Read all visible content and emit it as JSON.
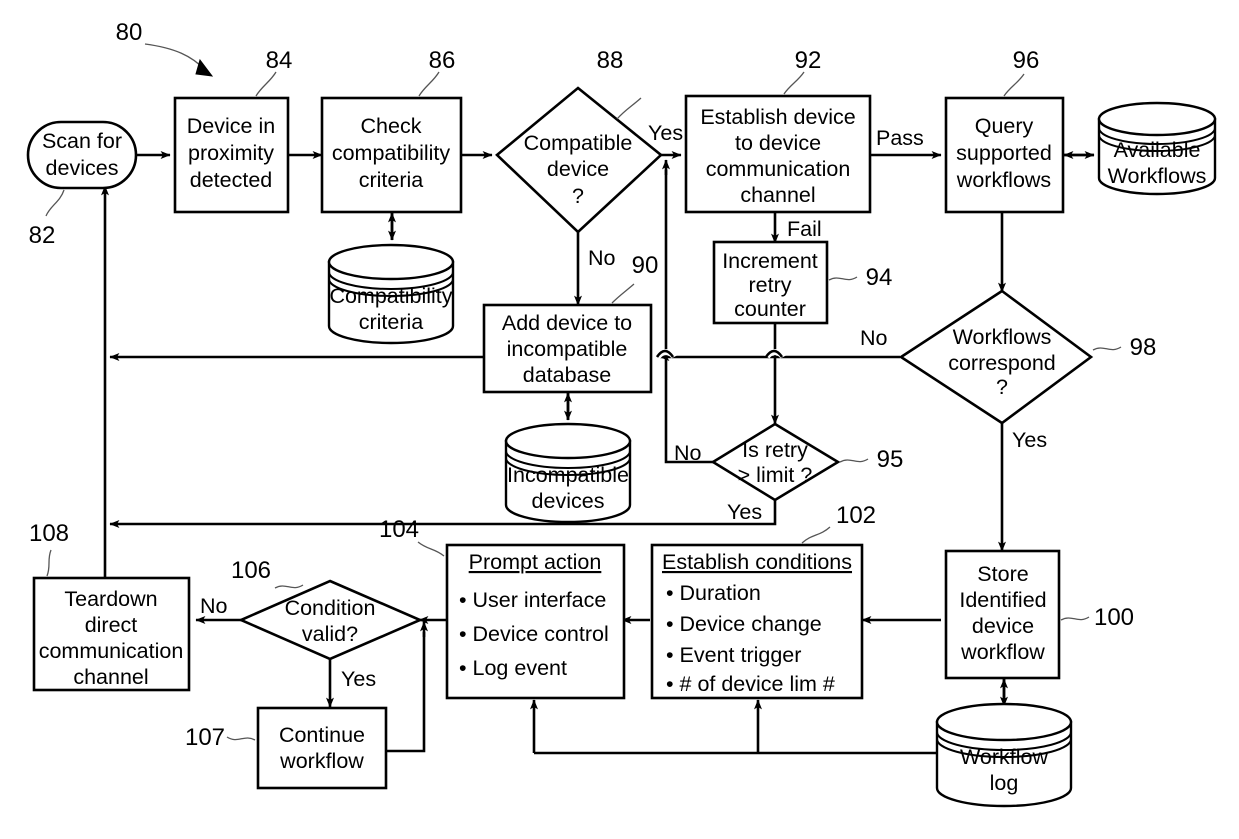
{
  "figure": {
    "ref_main": "80",
    "type": "patent-flowchart"
  },
  "nodes": {
    "scan": {
      "label_1": "Scan for",
      "label_2": "devices",
      "ref": "82",
      "shape": "stadium"
    },
    "proximity": {
      "label_1": "Device in",
      "label_2": "proximity",
      "label_3": "detected",
      "ref": "84",
      "shape": "rect"
    },
    "check_compat": {
      "label_1": "Check",
      "label_2": "compatibility",
      "label_3": "criteria",
      "ref": "86",
      "shape": "rect"
    },
    "compat_db": {
      "label_1": "Compatibility",
      "label_2": "criteria",
      "shape": "cylinder"
    },
    "compat_decision": {
      "label_1": "Compatible",
      "label_2": "device",
      "label_3": "?",
      "ref": "88",
      "shape": "diamond"
    },
    "add_incompatible": {
      "label_1": "Add device to",
      "label_2": "incompatible",
      "label_3": "database",
      "ref": "90",
      "shape": "rect"
    },
    "incompat_db": {
      "label_1": "Incompatible",
      "label_2": "devices",
      "shape": "cylinder"
    },
    "establish_channel": {
      "label_1": "Establish device",
      "label_2": "to device",
      "label_3": "communication",
      "label_4": "channel",
      "ref": "92",
      "shape": "rect"
    },
    "increment_retry": {
      "label_1": "Increment",
      "label_2": "retry",
      "label_3": "counter",
      "ref": "94",
      "shape": "rect"
    },
    "retry_decision": {
      "label_1": "Is retry",
      "label_2": "> limit ?",
      "ref": "95",
      "shape": "diamond"
    },
    "query_workflows": {
      "label_1": "Query",
      "label_2": "supported",
      "label_3": "workflows",
      "ref": "96",
      "shape": "rect"
    },
    "available_workflows": {
      "label_1": "Available",
      "label_2": "Workflows",
      "shape": "cylinder"
    },
    "workflows_decision": {
      "label_1": "Workflows",
      "label_2": "correspond",
      "label_3": "?",
      "ref": "98",
      "shape": "diamond"
    },
    "store_workflow": {
      "label_1": "Store",
      "label_2": "Identified",
      "label_3": "device",
      "label_4": "workflow",
      "ref": "100",
      "shape": "rect"
    },
    "workflow_log": {
      "label_1": "Workflow",
      "label_2": "log",
      "shape": "cylinder"
    },
    "establish_conditions": {
      "title": "Establish conditions",
      "ref": "102",
      "shape": "rect-list",
      "bullets": [
        "Duration",
        "Device change",
        "Event trigger",
        "# of device lim #"
      ]
    },
    "prompt_action": {
      "title": "Prompt action",
      "ref": "104",
      "shape": "rect-list",
      "bullets": [
        "User interface",
        "Device control",
        "Log event"
      ]
    },
    "condition_decision": {
      "label_1": "Condition",
      "label_2": "valid?",
      "ref": "106",
      "shape": "diamond"
    },
    "continue_workflow": {
      "label_1": "Continue",
      "label_2": "workflow",
      "ref": "107",
      "shape": "rect"
    },
    "teardown": {
      "label_1": "Teardown",
      "label_2": "direct",
      "label_3": "communication",
      "label_4": "channel",
      "ref": "108",
      "shape": "rect"
    }
  },
  "edge_labels": {
    "compat_yes": "Yes",
    "compat_no": "No",
    "channel_fail": "Fail",
    "channel_pass": "Pass",
    "retry_no": "No",
    "retry_yes": "Yes",
    "workflows_no": "No",
    "workflows_yes": "Yes",
    "condition_no": "No",
    "condition_yes": "Yes"
  },
  "colors": {
    "stroke": "#000000",
    "fill": "#ffffff",
    "leader": "#555555"
  }
}
